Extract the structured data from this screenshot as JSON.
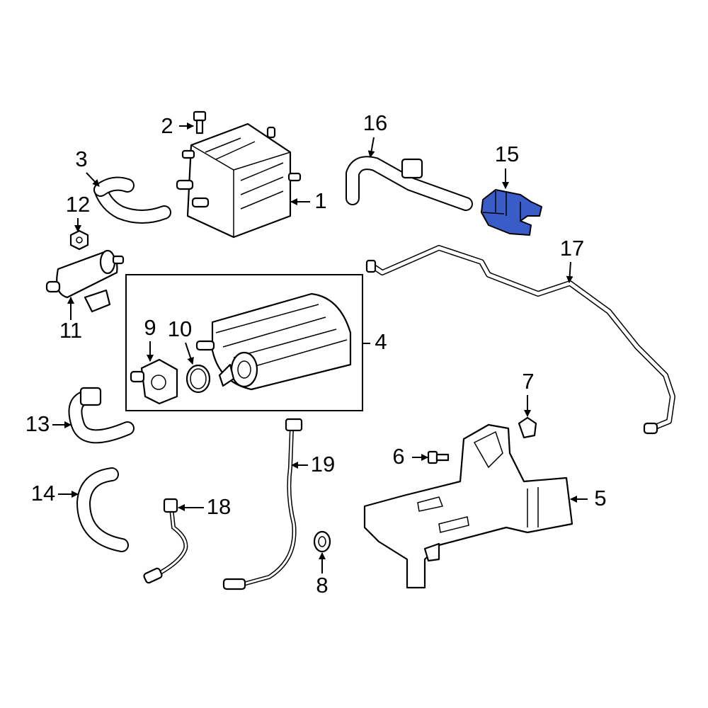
{
  "diagram": {
    "highlight_color": "#3a5cc8",
    "callouts": [
      {
        "id": "1",
        "label": "1"
      },
      {
        "id": "2",
        "label": "2"
      },
      {
        "id": "3",
        "label": "3"
      },
      {
        "id": "4",
        "label": "4"
      },
      {
        "id": "5",
        "label": "5"
      },
      {
        "id": "6",
        "label": "6"
      },
      {
        "id": "7",
        "label": "7"
      },
      {
        "id": "8",
        "label": "8"
      },
      {
        "id": "9",
        "label": "9"
      },
      {
        "id": "10",
        "label": "10"
      },
      {
        "id": "11",
        "label": "11"
      },
      {
        "id": "12",
        "label": "12"
      },
      {
        "id": "13",
        "label": "13"
      },
      {
        "id": "14",
        "label": "14"
      },
      {
        "id": "15",
        "label": "15"
      },
      {
        "id": "16",
        "label": "16"
      },
      {
        "id": "17",
        "label": "17"
      },
      {
        "id": "18",
        "label": "18"
      },
      {
        "id": "19",
        "label": "19"
      }
    ]
  }
}
